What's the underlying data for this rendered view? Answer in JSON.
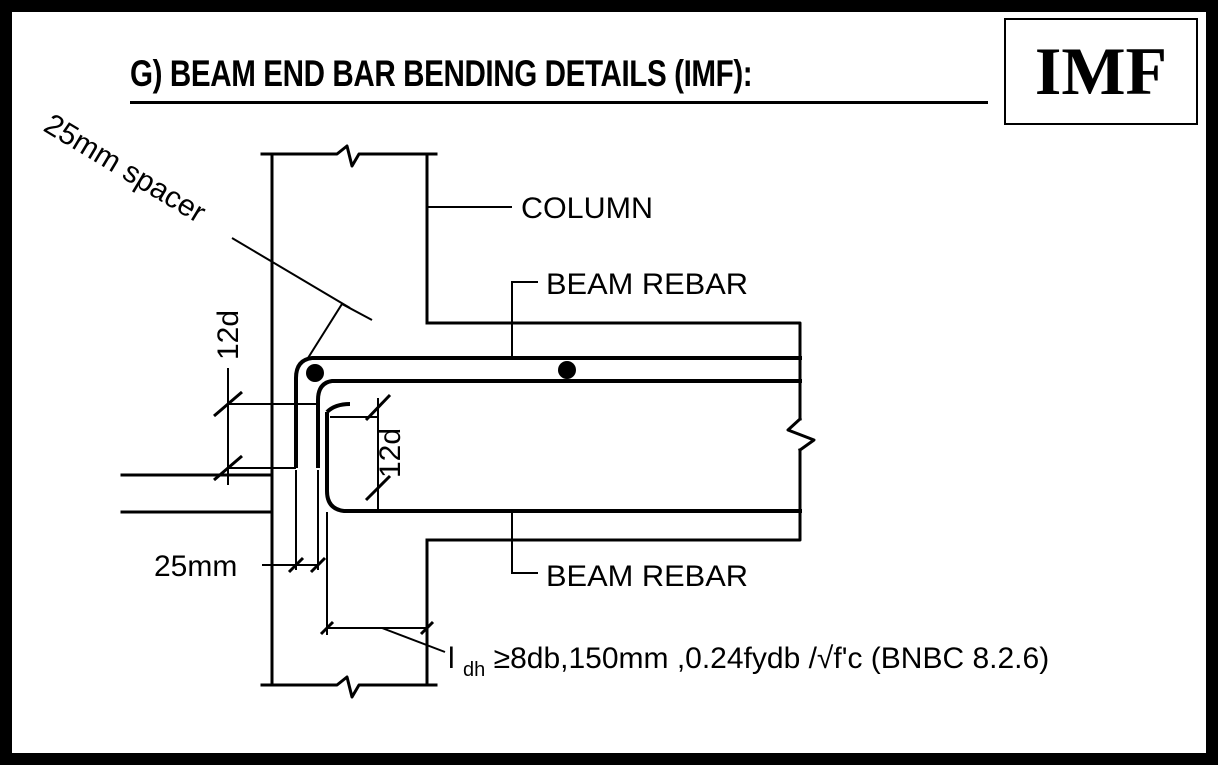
{
  "title": "G) BEAM END BAR BENDING DETAILS (IMF):",
  "badge": "IMF",
  "labels": {
    "spacer": "25mm spacer",
    "column": "COLUMN",
    "beam_rebar_top": "BEAM  REBAR",
    "beam_rebar_bottom": "BEAM  REBAR",
    "dim_12d_left": "12d",
    "dim_12d_inner": "12d",
    "dim_25mm": "25mm",
    "formula_l": "l",
    "formula_sub": "dh",
    "formula_main": "≥8db,150mm ,0.24fydb /√f'c (BNBC 8.2.6)"
  }
}
